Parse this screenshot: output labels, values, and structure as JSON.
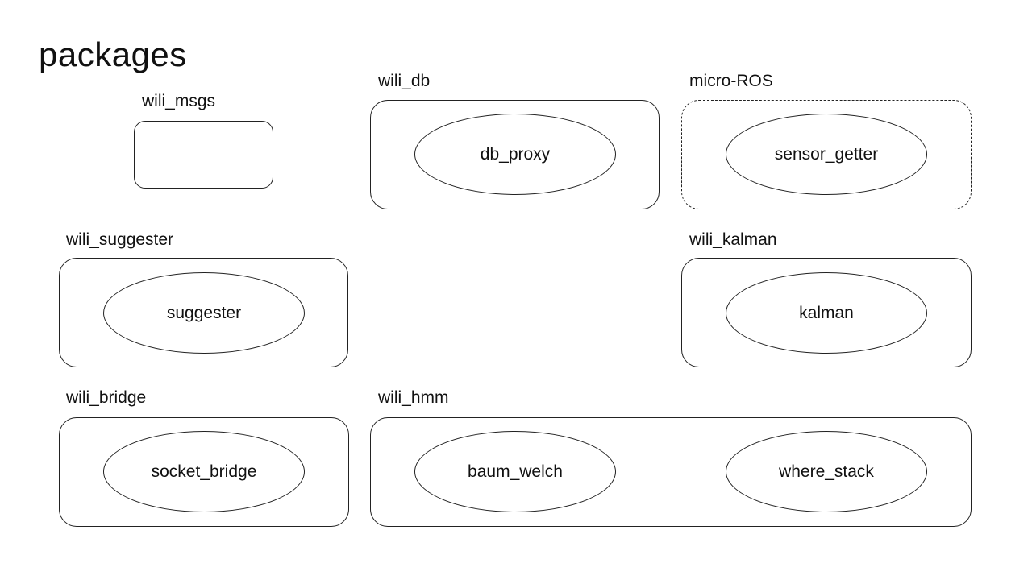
{
  "title": "packages",
  "packages": {
    "wili_msgs": {
      "label": "wili_msgs"
    },
    "wili_db": {
      "label": "wili_db",
      "nodes": [
        "db_proxy"
      ]
    },
    "micro_ros": {
      "label": "micro-ROS",
      "nodes": [
        "sensor_getter"
      ],
      "border_style": "dashed"
    },
    "wili_suggester": {
      "label": "wili_suggester",
      "nodes": [
        "suggester"
      ]
    },
    "wili_kalman": {
      "label": "wili_kalman",
      "nodes": [
        "kalman"
      ]
    },
    "wili_bridge": {
      "label": "wili_bridge",
      "nodes": [
        "socket_bridge"
      ]
    },
    "wili_hmm": {
      "label": "wili_hmm",
      "nodes": [
        "baum_welch",
        "where_stack"
      ]
    }
  },
  "colors": {
    "line": "#222222",
    "background": "#ffffff",
    "text": "#111111"
  }
}
